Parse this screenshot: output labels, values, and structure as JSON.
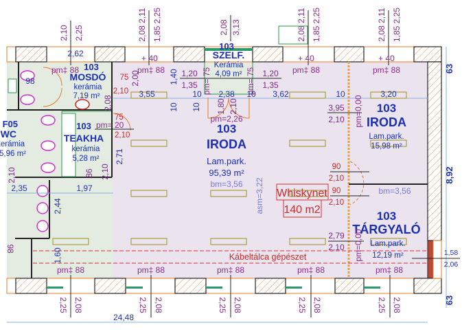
{
  "rooms": {
    "mosdo": {
      "number": "103",
      "name": "MOSDÓ",
      "floor": "kerámia",
      "area": "7,19 m²"
    },
    "szelf": {
      "number": "103",
      "name": "SZELF.",
      "floor": "Kerámia",
      "area": "4,09 m²"
    },
    "iroda_main": {
      "number": "103",
      "name": "IRODA",
      "floor": "Lam.park.",
      "area": "95,39 m²",
      "bm": "bm=3,56"
    },
    "iroda_small": {
      "number": "103",
      "name": "IRODA",
      "floor": "Lam.park.",
      "area": "15,98 m²"
    },
    "targyalo": {
      "number": "103",
      "name": "TÁRGYALÓ",
      "floor": "Lam.park.",
      "area": "12,19 m²",
      "bm": "bm=3,56"
    },
    "teakha": {
      "number": "103",
      "name": "TEAKHA",
      "floor": "kerámia",
      "area": "5,28 m²"
    },
    "wc": {
      "number": "F05",
      "name": "WC",
      "floor": "kerámia",
      "area": "5,96 m²"
    }
  },
  "annotations": {
    "whiskynet": "Whiskynet",
    "whiskynet_area": "140 m2",
    "cable_tray": "Kábeltálca gépészet",
    "asm": "asm=3,22",
    "total_width": "24,48"
  },
  "top_window_dims": [
    {
      "a": "2,10",
      "b": "2,25"
    },
    {
      "a": "2,08 2,11",
      "b": "1,85 2,25"
    },
    {
      "a": "2,08",
      "b": "3,13"
    },
    {
      "a": "2,08 2,11",
      "b": "1,85 2,25"
    },
    {
      "a": "2,08 2,11",
      "b": "1,85 2,25"
    }
  ],
  "top_window_labels": [
    "2,62",
    "+ 40",
    "+ 40",
    "+ 40"
  ],
  "pm_labels": [
    "pm‡ 88",
    "pm‡ 88",
    "pm‡ 88",
    "pm‡ 88",
    "pm‡ 88",
    "pm‡ 88",
    "pm‡ 88",
    "pm‡ 88",
    "pm‡ 88"
  ],
  "bottom_window_dims": [
    {
      "a": "2,25",
      "b": "2,08"
    },
    {
      "a": "2,25",
      "b": "2,08"
    },
    {
      "a": "2,25",
      "b": "2,08"
    },
    {
      "a": "2,25",
      "b": "2,08"
    },
    {
      "a": "2,25",
      "b": "2,08"
    }
  ],
  "right_dims": {
    "top": "63",
    "middle": "8,92",
    "bottom": "63",
    "win_a": "1,58",
    "win_b": "2,06"
  },
  "misc_dims": {
    "d98": "98",
    "d75": "75",
    "d200": "2,00",
    "d210a": "2,10",
    "d208": "2,08",
    "d355": "3,55",
    "d140": "1,40",
    "d10a": "10",
    "d120a": "1,20",
    "d135a": "1,35",
    "d10b": "10",
    "d238": "2,38",
    "d10c": "10",
    "pm75a": "pm= 75",
    "pm75b": "pm= 75",
    "d180": "1,80",
    "d210b": "2,10",
    "pm226": "pm=2,26",
    "d120b": "1,20",
    "d135b": "1,35",
    "d362": "3,62",
    "d10d": "10",
    "d320": "3,20",
    "d395": "3,95",
    "d210c": "2,10",
    "pm000a": "pm=0,00",
    "d90a": "90",
    "d210d": "2,10",
    "d90b": "90",
    "d210e": "2,10",
    "d279": "2,79",
    "d210f": "2,10",
    "pm000b": "pm=0,00",
    "d271": "2,71",
    "pm20": "pm= 20",
    "d75b": "75",
    "d210g": "2,10",
    "d86": "86",
    "d210h": "2,10",
    "d210i": "2,10",
    "d235": "2,35",
    "d197": "1,97",
    "d244": "2,44",
    "d160": "1,60",
    "d98b": "98",
    "d10e": "10"
  },
  "colors": {
    "room_label": "#1a2fb5",
    "dimension": "#2233aa",
    "level": "#8b2c8b",
    "annotation": "#c92a2a",
    "office_fill": "#ebe3ee",
    "wet_fill": "#e4ece2"
  }
}
